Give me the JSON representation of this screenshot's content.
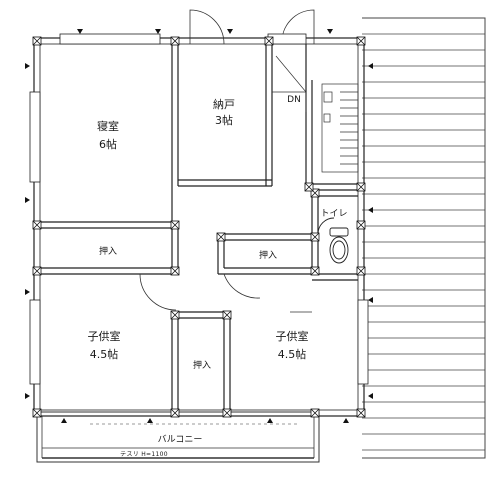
{
  "rooms": {
    "bedroom": {
      "name": "寝室",
      "size": "6帖"
    },
    "storage": {
      "name": "納戸",
      "size": "3帖"
    },
    "closet_bedroom": {
      "name": "押入"
    },
    "closet_center": {
      "name": "押入"
    },
    "closet_hall": {
      "name": "押入"
    },
    "child_room_left": {
      "name": "子供室",
      "size": "4.5帖"
    },
    "child_room_right": {
      "name": "子供室",
      "size": "4.5帖"
    },
    "toilet": {
      "name": "トイレ"
    },
    "balcony": {
      "name": "バルコニー"
    }
  },
  "annotations": {
    "stairs_down": "DN",
    "handrail": "テスリ H=1100"
  }
}
